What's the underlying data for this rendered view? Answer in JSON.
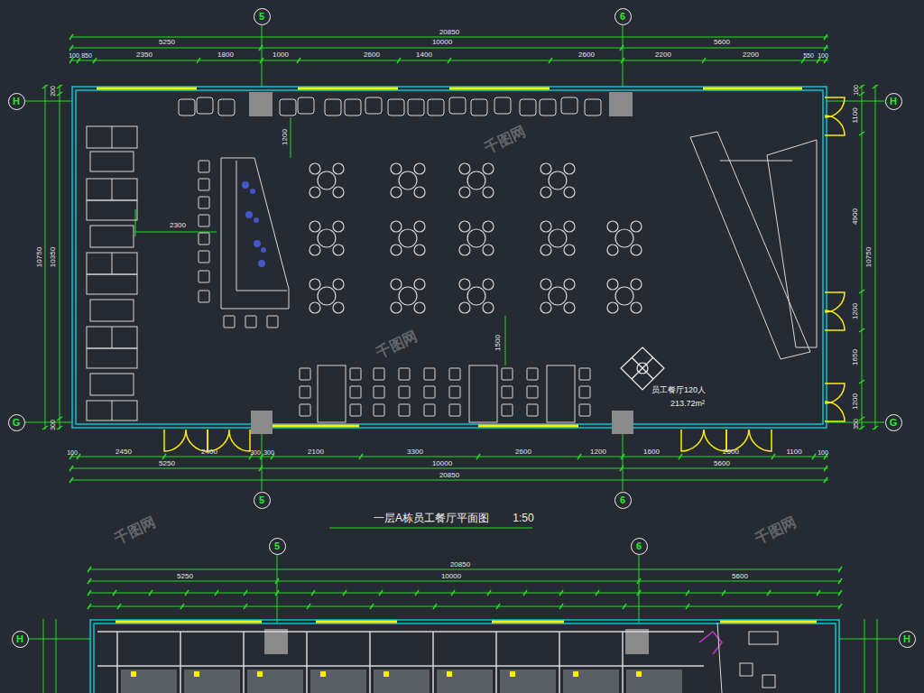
{
  "diagram": {
    "title": "一层A栋员工餐厅平面图",
    "nodes": [
      {
        "text": [
          "5"
        ]
      },
      {
        "text": [
          "6"
        ]
      },
      {
        "text": [
          "5"
        ]
      },
      {
        "text": [
          "6"
        ]
      },
      {
        "text": [
          "H"
        ]
      },
      {
        "text": [
          "G"
        ]
      },
      {
        "text": [
          "H"
        ]
      },
      {
        "text": [
          "G"
        ]
      },
      {
        "text": [
          "5"
        ]
      },
      {
        "text": [
          "6"
        ]
      },
      {
        "text": [
          "H"
        ]
      },
      {
        "text": [
          "H"
        ]
      }
    ],
    "labels": [
      "20850",
      "5250",
      "10000",
      "5600",
      "100",
      "850",
      "2350",
      "1800",
      "1000",
      "2600",
      "1400",
      "2600",
      "2200",
      "2200",
      "550",
      "100",
      "100",
      "2450",
      "2400",
      "300",
      "300",
      "2100",
      "3300",
      "2600",
      "1200",
      "1600",
      "2600",
      "1100",
      "100",
      "5250",
      "10000",
      "5600",
      "20850",
      "10750",
      "10350",
      "200",
      "300",
      "100",
      "1100",
      "4900",
      "1200",
      "1650",
      "1200",
      "350",
      "10750",
      "1200",
      "2300",
      "1500",
      "员工餐厅120人",
      "213.72m²",
      "1:50",
      "20850",
      "5250",
      "10000",
      "5600",
      "千图网",
      "千图网",
      "千图网",
      "千图网"
    ]
  }
}
